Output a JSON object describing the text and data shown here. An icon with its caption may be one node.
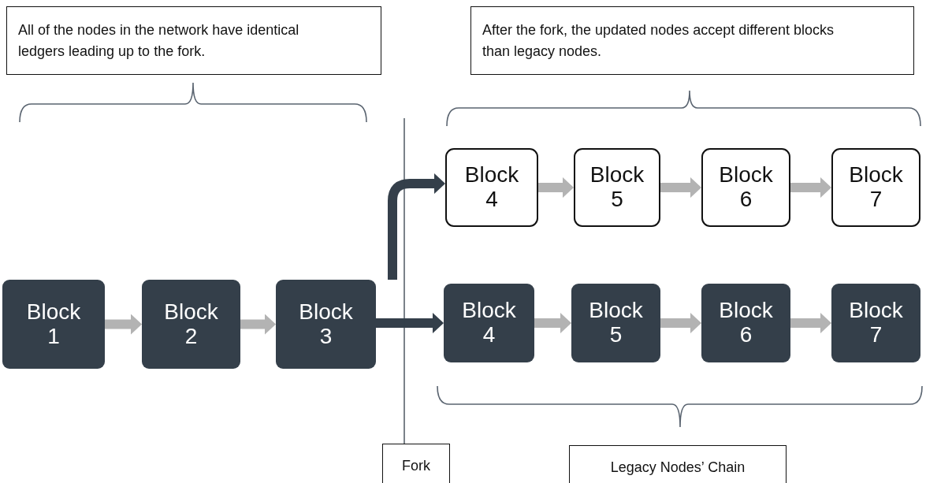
{
  "diagram": {
    "nodes": [
      {
        "text": [
          "All of the nodes in the network have identical ledgers leading up to the fork."
        ]
      },
      {
        "text": [
          "After the fork, the updated nodes accept different blocks than legacy nodes."
        ]
      },
      {
        "text": [
          "Block 1"
        ]
      },
      {
        "text": [
          "Block 2"
        ]
      },
      {
        "text": [
          "Block 3"
        ]
      },
      {
        "text": [
          "Block 4"
        ]
      },
      {
        "text": [
          "Block 5"
        ]
      },
      {
        "text": [
          "Block 6"
        ]
      },
      {
        "text": [
          "Block 7"
        ]
      },
      {
        "text": [
          "Block 4"
        ]
      },
      {
        "text": [
          "Block 5"
        ]
      },
      {
        "text": [
          "Block 6"
        ]
      },
      {
        "text": [
          "Block 7"
        ]
      },
      {
        "text": [
          "Fork"
        ]
      },
      {
        "text": [
          "Legacy Nodes’ Chain"
        ]
      }
    ],
    "edges": [
      {
        "from": 2,
        "to": 3,
        "arrow": "to"
      },
      {
        "from": 3,
        "to": 4,
        "arrow": "to"
      },
      {
        "from": 4,
        "to": 5,
        "arrow": "to",
        "color": "#343f4a"
      },
      {
        "from": 4,
        "to": 9,
        "arrow": "to",
        "color": "#343f4a"
      },
      {
        "from": 5,
        "to": 6,
        "arrow": "to"
      },
      {
        "from": 6,
        "to": 7,
        "arrow": "to"
      },
      {
        "from": 7,
        "to": 8,
        "arrow": "to"
      },
      {
        "from": 9,
        "to": 10,
        "arrow": "to"
      },
      {
        "from": 10,
        "to": 11,
        "arrow": "to"
      },
      {
        "from": 11,
        "to": 12,
        "arrow": "to"
      },
      {
        "from": null,
        "to": 13,
        "arrow": "none",
        "color": "#343f4a"
      }
    ]
  }
}
